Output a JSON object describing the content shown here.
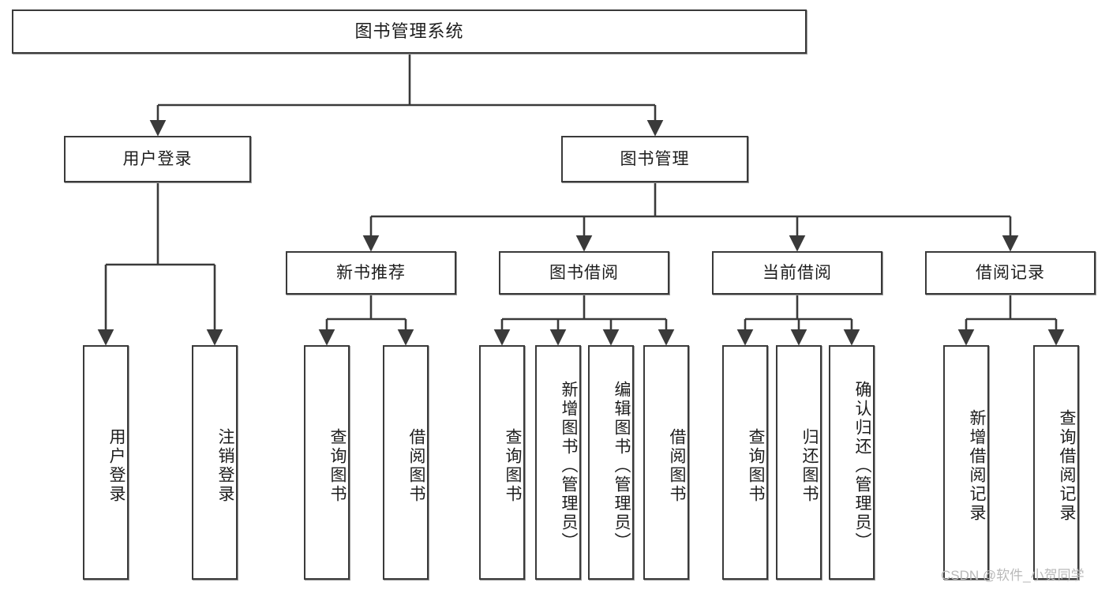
{
  "diagram": {
    "type": "tree",
    "title": "图书管理系统",
    "orientation": "top-down",
    "line_color": "#3a3a3a",
    "box_fill": "#ffffff",
    "box_border": "#3a3a3a",
    "text_color": "#1d1d1d"
  },
  "nodes": {
    "root": {
      "label": "图书管理系统"
    },
    "level2": [
      {
        "id": "user-login",
        "label": "用户登录"
      },
      {
        "id": "book-manage",
        "label": "图书管理"
      }
    ],
    "level3": [
      {
        "id": "new-book-rec",
        "label": "新书推荐"
      },
      {
        "id": "book-borrow",
        "label": "图书借阅"
      },
      {
        "id": "current-borrow",
        "label": "当前借阅"
      },
      {
        "id": "borrow-record",
        "label": "借阅记录"
      }
    ],
    "leaves": {
      "user-login": [
        {
          "id": "leaf-user-login",
          "label": "用户登录"
        },
        {
          "id": "leaf-logout",
          "label": "注销登录"
        }
      ],
      "new-book-rec": [
        {
          "id": "leaf-query-book-1",
          "label": "查询图书"
        },
        {
          "id": "leaf-borrow-book-1",
          "label": "借阅图书"
        }
      ],
      "book-borrow": [
        {
          "id": "leaf-query-book-2",
          "label": "查询图书"
        },
        {
          "id": "leaf-add-book",
          "label": "新增图书（管理员）"
        },
        {
          "id": "leaf-edit-book",
          "label": "编辑图书（管理员）"
        },
        {
          "id": "leaf-borrow-book-2",
          "label": "借阅图书"
        }
      ],
      "current-borrow": [
        {
          "id": "leaf-query-book-3",
          "label": "查询图书"
        },
        {
          "id": "leaf-return-book",
          "label": "归还图书"
        },
        {
          "id": "leaf-confirm-return",
          "label": "确认归还（管理员）"
        }
      ],
      "borrow-record": [
        {
          "id": "leaf-add-record",
          "label": "新增借阅记录"
        },
        {
          "id": "leaf-query-record",
          "label": "查询借阅记录"
        }
      ]
    }
  },
  "watermark": {
    "text": "CSDN @软件_小贺同学"
  }
}
